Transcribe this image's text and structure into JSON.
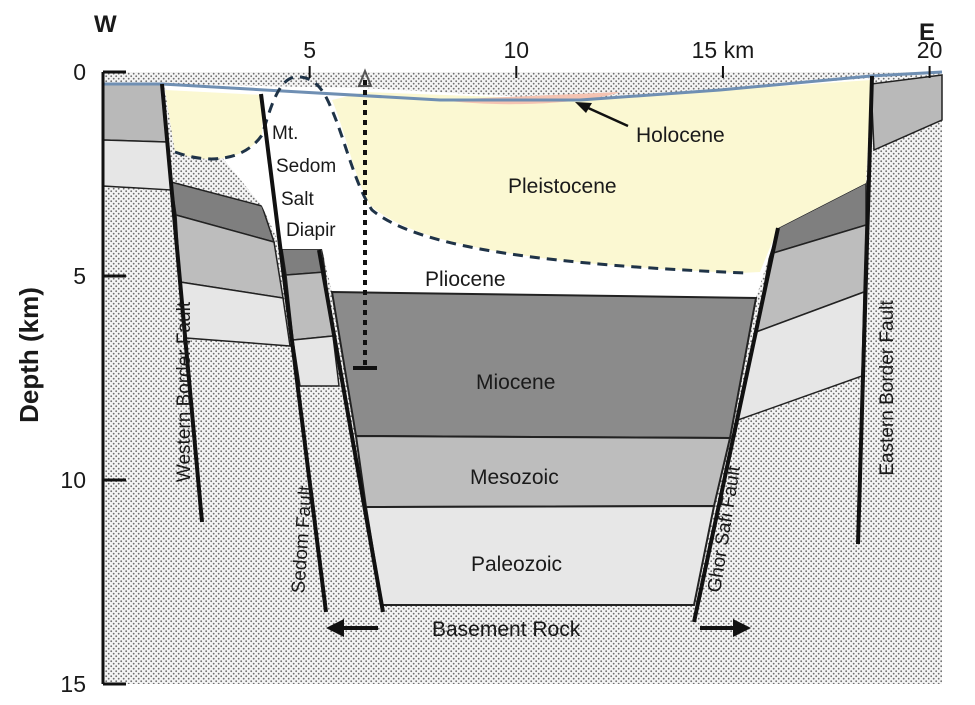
{
  "axes": {
    "x_direction_left": "W",
    "x_direction_right": "E",
    "x_ticks": [
      {
        "value": 0,
        "label": "0"
      },
      {
        "value": 5,
        "label": "5"
      },
      {
        "value": 10,
        "label": "10"
      },
      {
        "value": 15,
        "label": "15 km"
      },
      {
        "value": 20,
        "label": "20"
      }
    ],
    "y_title": "Depth (km)",
    "y_ticks": [
      {
        "value": 0,
        "label": "0"
      },
      {
        "value": 5,
        "label": "5"
      },
      {
        "value": 10,
        "label": "10"
      },
      {
        "value": 15,
        "label": "15"
      }
    ],
    "x_range_km": [
      0,
      20.3
    ],
    "y_range_km": [
      0,
      15
    ]
  },
  "units": {
    "holocene": "Holocene",
    "pleistocene": "Pleistocene",
    "pliocene": "Pliocene",
    "miocene": "Miocene",
    "mesozoic": "Mesozoic",
    "paleozoic": "Paleozoic",
    "basement": "Basement Rock"
  },
  "diapir": {
    "line1": "Mt.",
    "line2": "Sedom",
    "line3": "Salt",
    "line4": "Diapir"
  },
  "faults": {
    "western": "Western Border Fault",
    "sedom": "Sedom Fault",
    "ghor_safi": "Ghor Safi Fault",
    "eastern": "Eastern Border Fault"
  },
  "colors": {
    "pleistocene": "#fbf8d2",
    "holocene": "#f4c3b2",
    "miocene": "#8b8b8b",
    "dark_layer": "#7f7f7f",
    "mesozoic": "#bdbdbd",
    "paleozoic": "#e7e7e7",
    "basement_dots": "#7a7a7a",
    "water": "#6f8fb3",
    "dashed_contact": "#1f3347"
  }
}
